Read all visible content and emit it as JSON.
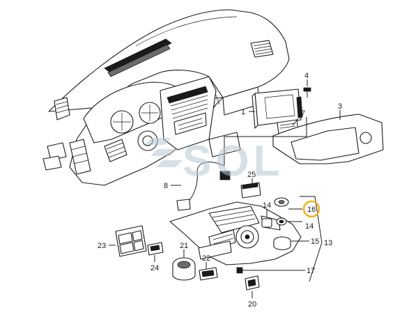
{
  "diagram": {
    "callouts": [
      "1",
      "3",
      "4",
      "7",
      "8",
      "13",
      "14",
      "14",
      "15",
      "16",
      "17",
      "20",
      "21",
      "22",
      "23",
      "24",
      "25"
    ],
    "highlight": {
      "label": "16",
      "color": "#f0b020"
    },
    "watermark": {
      "text": "SOL",
      "color": "#b7c7d3"
    }
  }
}
